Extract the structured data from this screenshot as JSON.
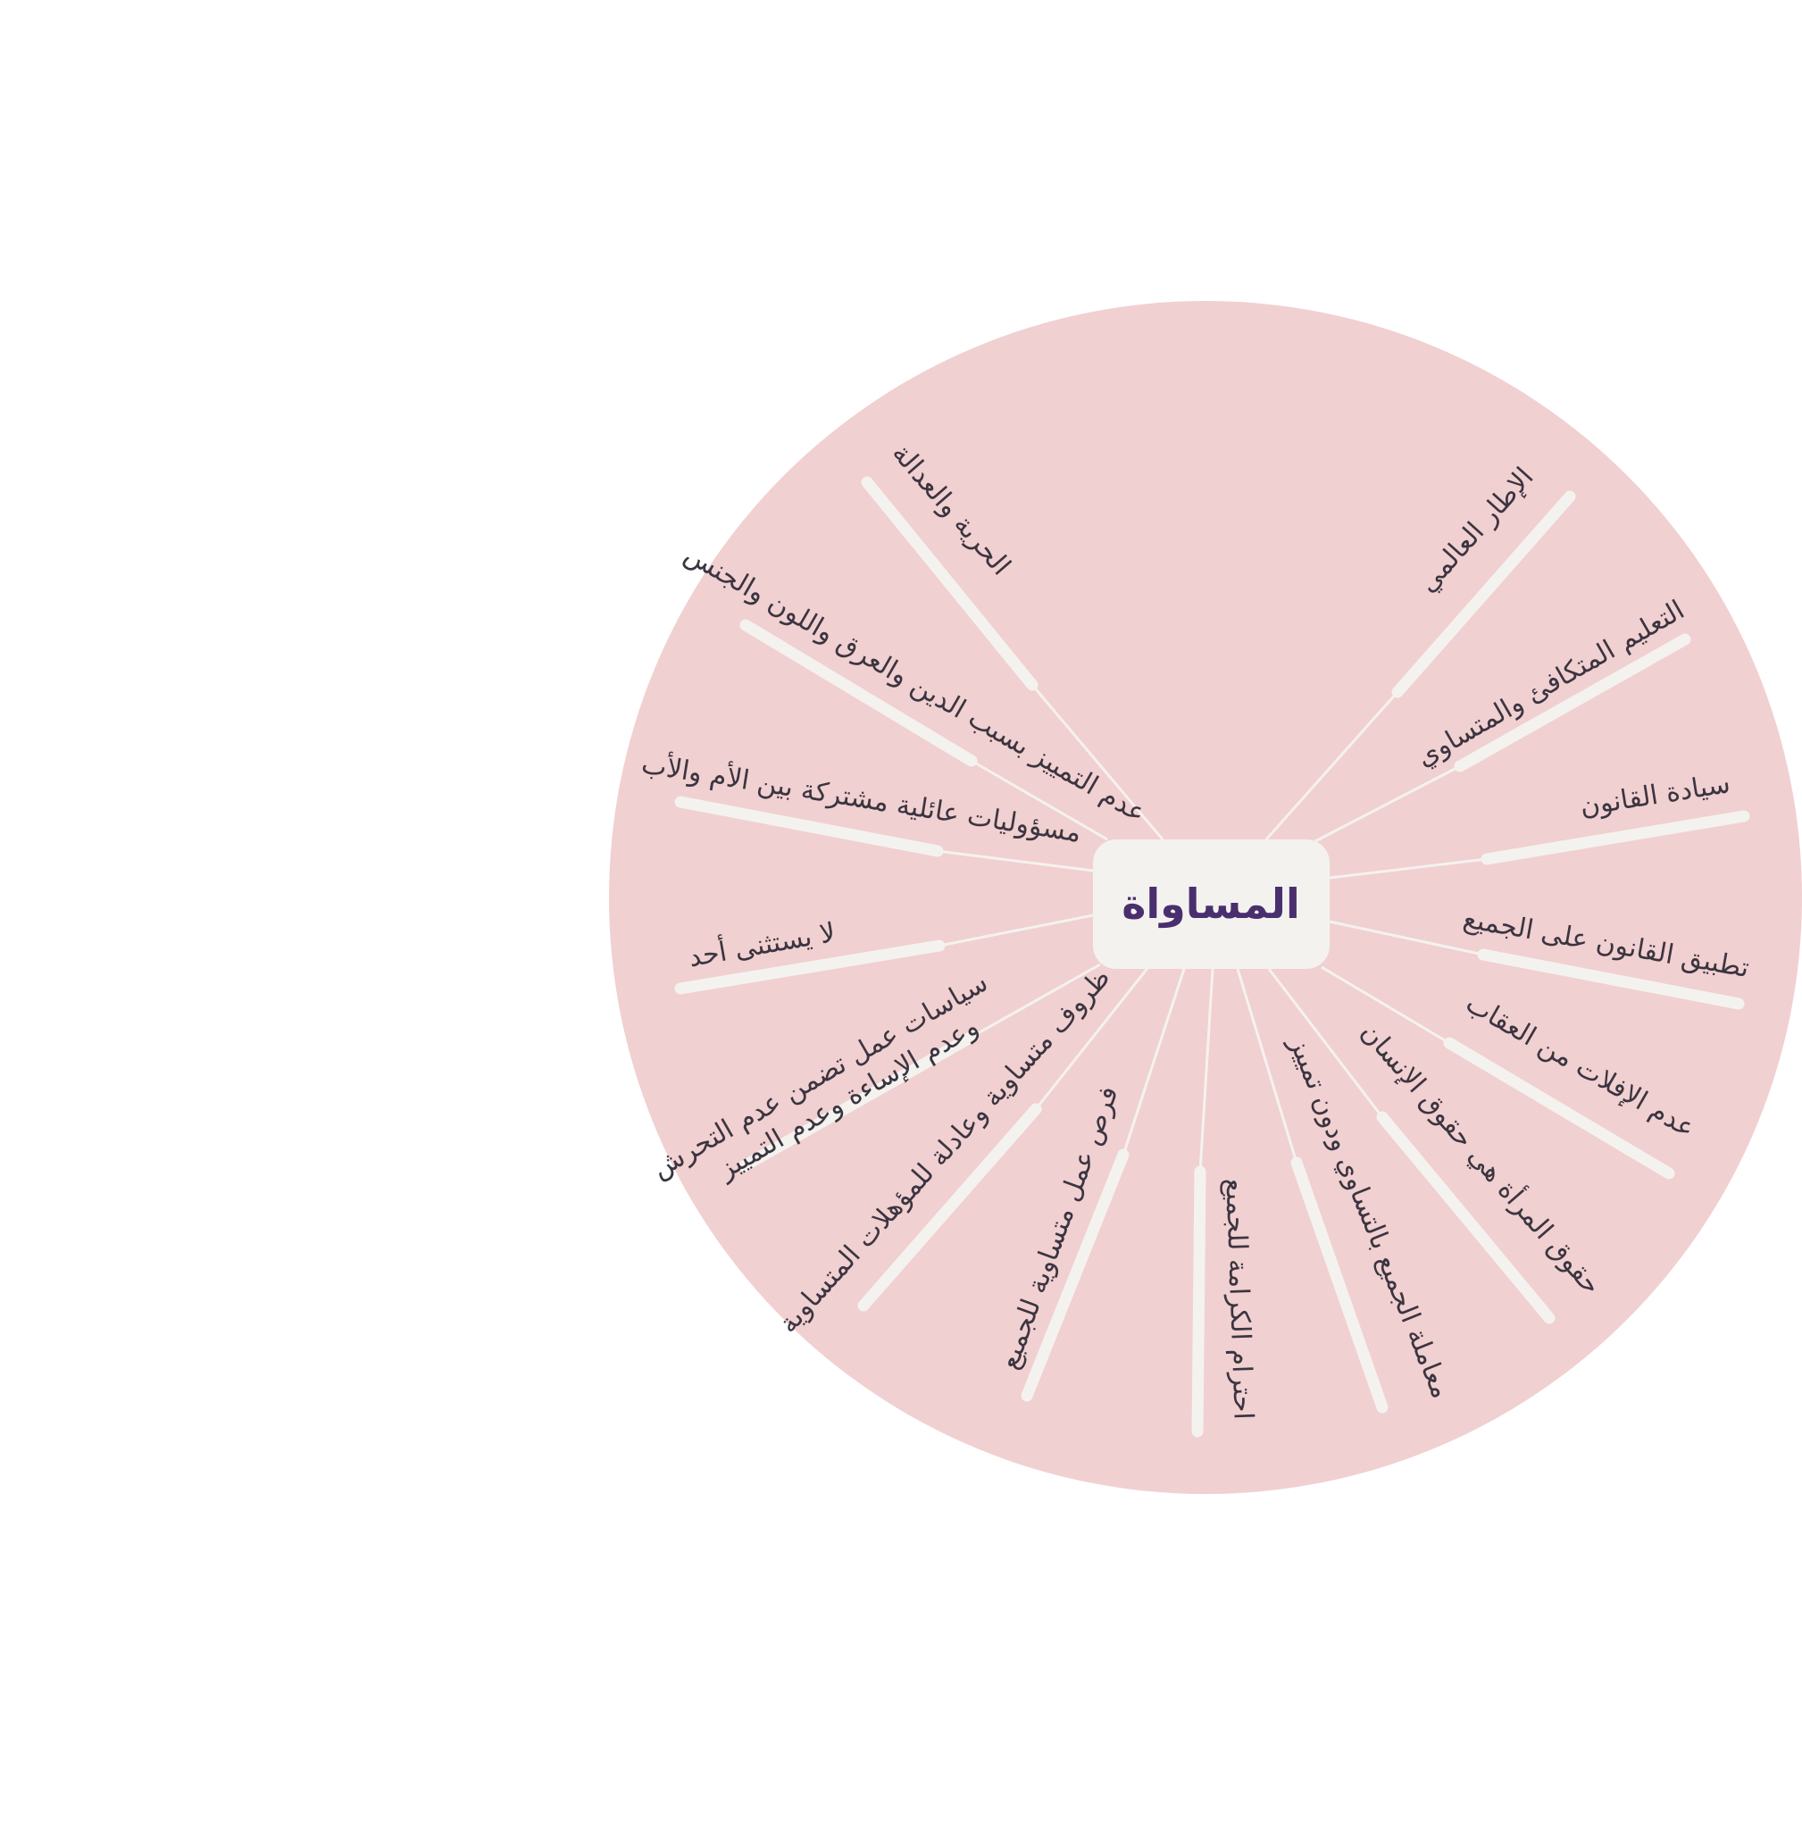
{
  "colors": {
    "background": "#ffffff",
    "disc": "#f1d0d1",
    "bar": "#f4f2ef",
    "connector": "#f4f2ef",
    "center_box": "#f4f2ef",
    "center_text": "#4a2f6e",
    "branch_text": "#3b3540"
  },
  "center": {
    "label": "المساواة"
  },
  "branches": [
    {
      "label": "الإطار العالمي"
    },
    {
      "label": "التعليم المتكافئ والمتساوي"
    },
    {
      "label": "سيادة القانون"
    },
    {
      "label": "تطبيق القانون على الجميع"
    },
    {
      "label": "عدم الإفلات من العقاب"
    },
    {
      "label": "حقوق المرأة هي حقوق الإنسان"
    },
    {
      "label": "معاملة الجميع بالتساوي ودون تمييز"
    },
    {
      "label": "احترام الكرامة للجميع"
    },
    {
      "label": "فرص عمل متساوية للجميع"
    },
    {
      "label": "ظروف متساوية وعادلة للمؤهلات المتساوية"
    },
    {
      "label": "سياسات عمل تضمن عدم التحرش",
      "label2": "وعدم الإساءة وعدم التمييز"
    },
    {
      "label": "لا يستثنى أحد"
    },
    {
      "label": "مسؤوليات عائلية مشتركة بين الأم والأب"
    },
    {
      "label": "عدم التمييز بسبب الدين والعرق واللون والجنس"
    },
    {
      "label": "الحرية والعدالة"
    }
  ]
}
